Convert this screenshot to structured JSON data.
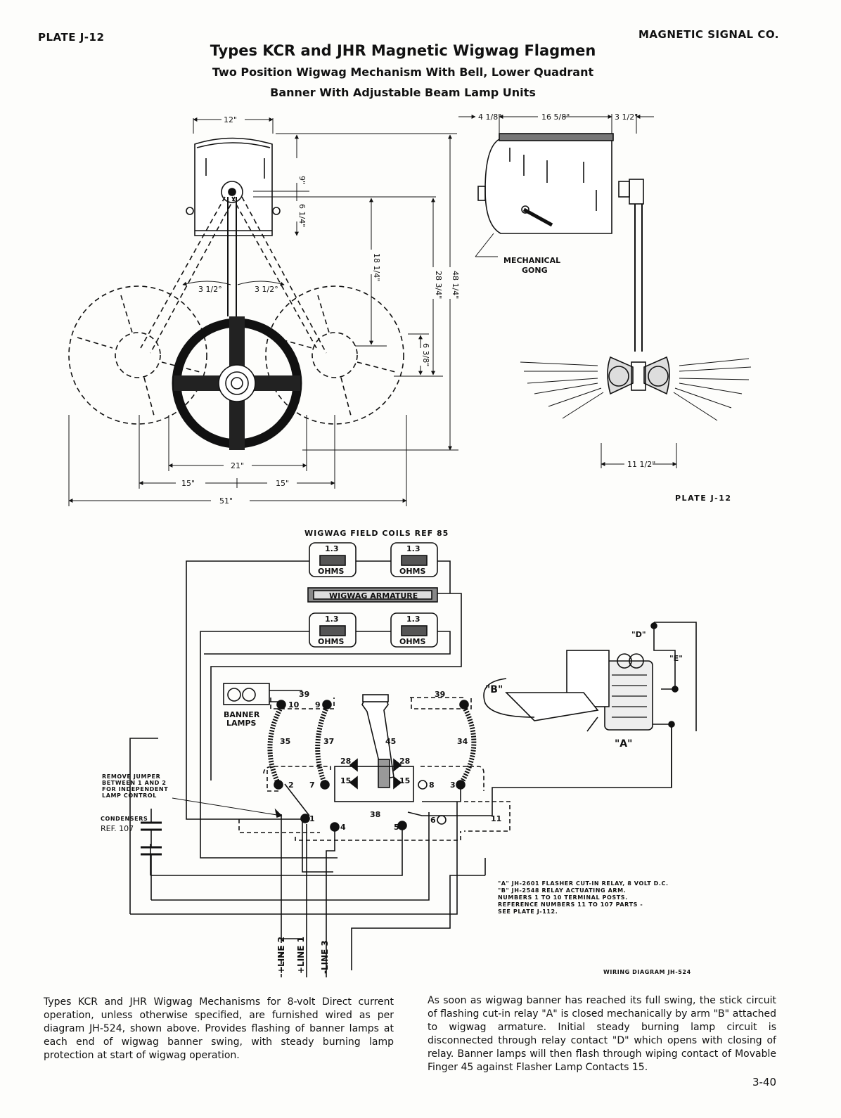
{
  "header": {
    "plate_left": "PLATE J-12",
    "company": "MAGNETIC SIGNAL CO.",
    "title": "Types KCR and JHR Magnetic Wigwag Flagmen",
    "subtitle1": "Two Position Wigwag Mechanism With Bell, Lower Quadrant",
    "subtitle2": "Banner With Adjustable Beam Lamp Units"
  },
  "drawing": {
    "dims": {
      "w12": "12\"",
      "h9": "9\"",
      "h6q": "6 1/4\"",
      "h18q": "18 1/4\"",
      "h28": "28 3/4\"",
      "h48": "48 1/4\"",
      "h6": "6 3/8\"",
      "angle": "3 1/2°",
      "w21": "21\"",
      "w15": "15\"",
      "w51": "51\"",
      "s4": "4 1/8\"",
      "s16": "16 5/8\"",
      "s3": "3 1/2\"",
      "s11": "11 1/2\""
    },
    "gong_label": [
      "MECHANICAL",
      "GONG"
    ],
    "plate_label": "PLATE J-12"
  },
  "wiring": {
    "field_coils_title": "WIGWAG FIELD COILS REF 85",
    "coil_value": "1.3",
    "coil_unit": "OHMS",
    "armature": "WIGWAG ARMATURE",
    "banner_lamps": [
      "BANNER",
      "LAMPS"
    ],
    "remove_jumper": [
      "REMOVE JUMPER",
      "BETWEEN 1 AND 2",
      "FOR INDEPENDENT",
      "LAMP CONTROL"
    ],
    "condensers": [
      "CONDENSERS",
      "REF. 107"
    ],
    "terminals": [
      "1",
      "2",
      "3",
      "4",
      "5",
      "6",
      "7",
      "8",
      "9",
      "10",
      "11"
    ],
    "refs": [
      "39",
      "39",
      "35",
      "37",
      "45",
      "34",
      "28",
      "28",
      "15",
      "15",
      "38"
    ],
    "relay_labels": {
      "a": "\"A\"",
      "b": "\"B\"",
      "d": "\"D\"",
      "e": "\"E\""
    },
    "legend": [
      "\"A\" JH-2601 FLASHER CUT-IN RELAY, 8 VOLT D.C.",
      "\"B\" JH-2548 RELAY ACTUATING ARM.",
      "NUMBERS 1 TO 10 TERMINAL POSTS.",
      "REFERENCE NUMBERS 11 TO 107 PARTS -",
      "SEE PLATE J-112."
    ],
    "lines": [
      "+LINE 2",
      "+LINE 1",
      "-LINE 3"
    ],
    "diagram_label": "WIRING DIAGRAM JH-524"
  },
  "text": {
    "left": "Types KCR and JHR Wigwag Mechanisms for 8-volt Direct current operation, unless otherwise specified, are furnished wired as per diagram JH-524, shown above. Provides flashing of banner lamps at each end of wigwag banner swing, with steady burning lamp protection at start of wigwag operation.",
    "right": "As soon as wigwag banner has reached its full swing, the stick circuit of flashing cut-in relay \"A\" is closed mechanically by arm \"B\" attached to wigwag armature. Initial steady burning lamp circuit is disconnected through relay contact \"D\" which opens with closing of relay. Banner lamps will then flash through wiping contact of Movable Finger 45 against Flasher Lamp Contacts 15.",
    "page_number": "3-40"
  }
}
